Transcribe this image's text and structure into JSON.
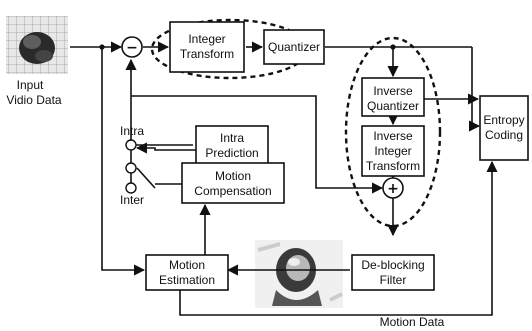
{
  "blocks": {
    "integer_transform": [
      "Integer",
      "Transform"
    ],
    "quantizer": [
      "Quantizer"
    ],
    "inverse_quantizer": [
      "Inverse",
      "Quantizer"
    ],
    "inverse_integer_transform": [
      "Inverse",
      "Integer",
      "Transform"
    ],
    "entropy_coding": [
      "Entropy",
      "Coding"
    ],
    "intra_prediction": [
      "Intra",
      "Prediction"
    ],
    "motion_compensation": [
      "Motion",
      "Compensation"
    ],
    "motion_estimation": [
      "Motion",
      "Estimation"
    ],
    "deblocking_filter": [
      "De-blocking",
      "Filter"
    ]
  },
  "labels": {
    "input": [
      "Input",
      "Vidio Data"
    ],
    "intra": "Intra",
    "inter": "Inter",
    "motion_data": "Motion Data"
  },
  "operators": {
    "subtract": "−",
    "add": "+"
  }
}
